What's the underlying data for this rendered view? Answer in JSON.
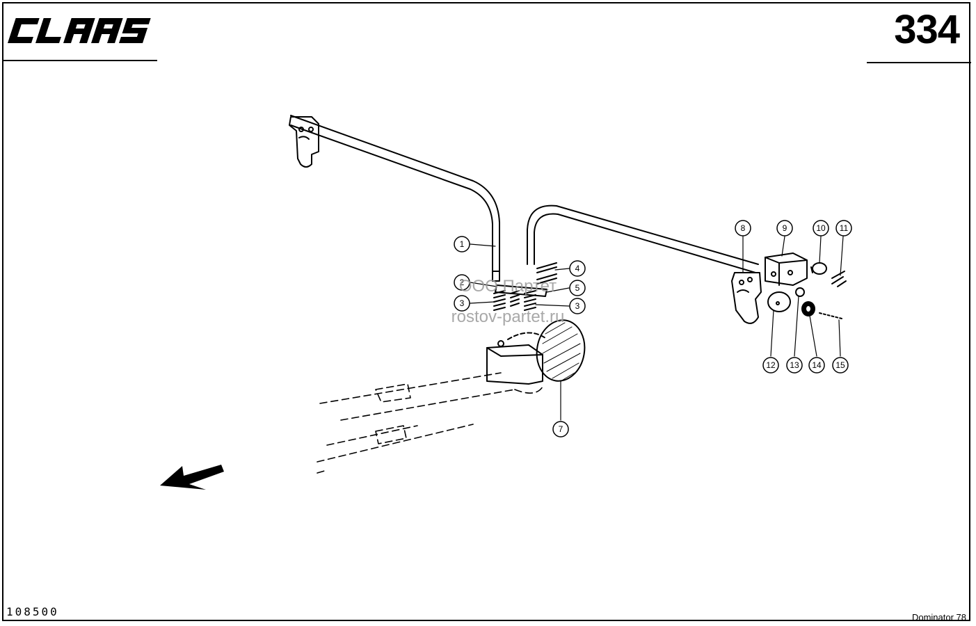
{
  "header": {
    "brand": "CLAAS",
    "page_number": "334"
  },
  "footer": {
    "drawing_number": "108500",
    "model": "Dominator 78"
  },
  "watermark": {
    "line1": "ООО Партет",
    "line2": "rostov-partet.ru"
  },
  "callouts": [
    {
      "id": "callout-1",
      "label": "1"
    },
    {
      "id": "callout-2",
      "label": "2"
    },
    {
      "id": "callout-3-left",
      "label": "3"
    },
    {
      "id": "callout-4",
      "label": "4"
    },
    {
      "id": "callout-5",
      "label": "5"
    },
    {
      "id": "callout-3-right",
      "label": "3"
    },
    {
      "id": "callout-7",
      "label": "7"
    },
    {
      "id": "callout-8",
      "label": "8"
    },
    {
      "id": "callout-9",
      "label": "9"
    },
    {
      "id": "callout-10",
      "label": "10"
    },
    {
      "id": "callout-11",
      "label": "11"
    },
    {
      "id": "callout-12",
      "label": "12"
    },
    {
      "id": "callout-13",
      "label": "13"
    },
    {
      "id": "callout-14",
      "label": "14"
    },
    {
      "id": "callout-15",
      "label": "15"
    }
  ]
}
